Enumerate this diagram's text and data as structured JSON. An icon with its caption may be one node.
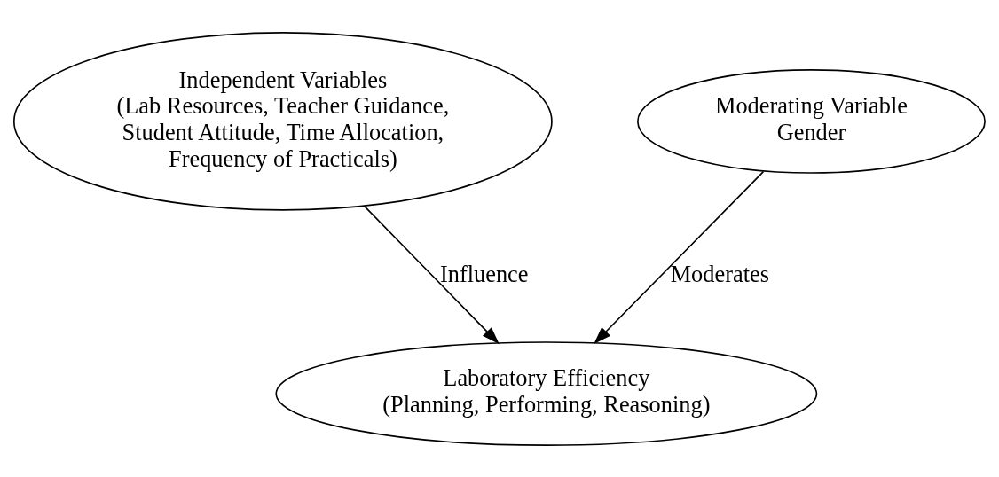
{
  "diagram": {
    "nodes": [
      {
        "text": [
          "Independent Variables",
          "(Lab Resources, Teacher Guidance, Student Attitude, Time Allocation, Frequency of Practicals)"
        ]
      },
      {
        "text": [
          "Moderating Variable",
          "Gender"
        ]
      },
      {
        "text": [
          "Laboratory Efficiency",
          "(Planning, Performing, Reasoning)"
        ]
      }
    ],
    "edges": [
      {
        "from": 0,
        "to": 2,
        "arrow": "to",
        "label": "Influence"
      },
      {
        "from": 1,
        "to": 2,
        "arrow": "to",
        "label": "Moderates"
      }
    ]
  }
}
